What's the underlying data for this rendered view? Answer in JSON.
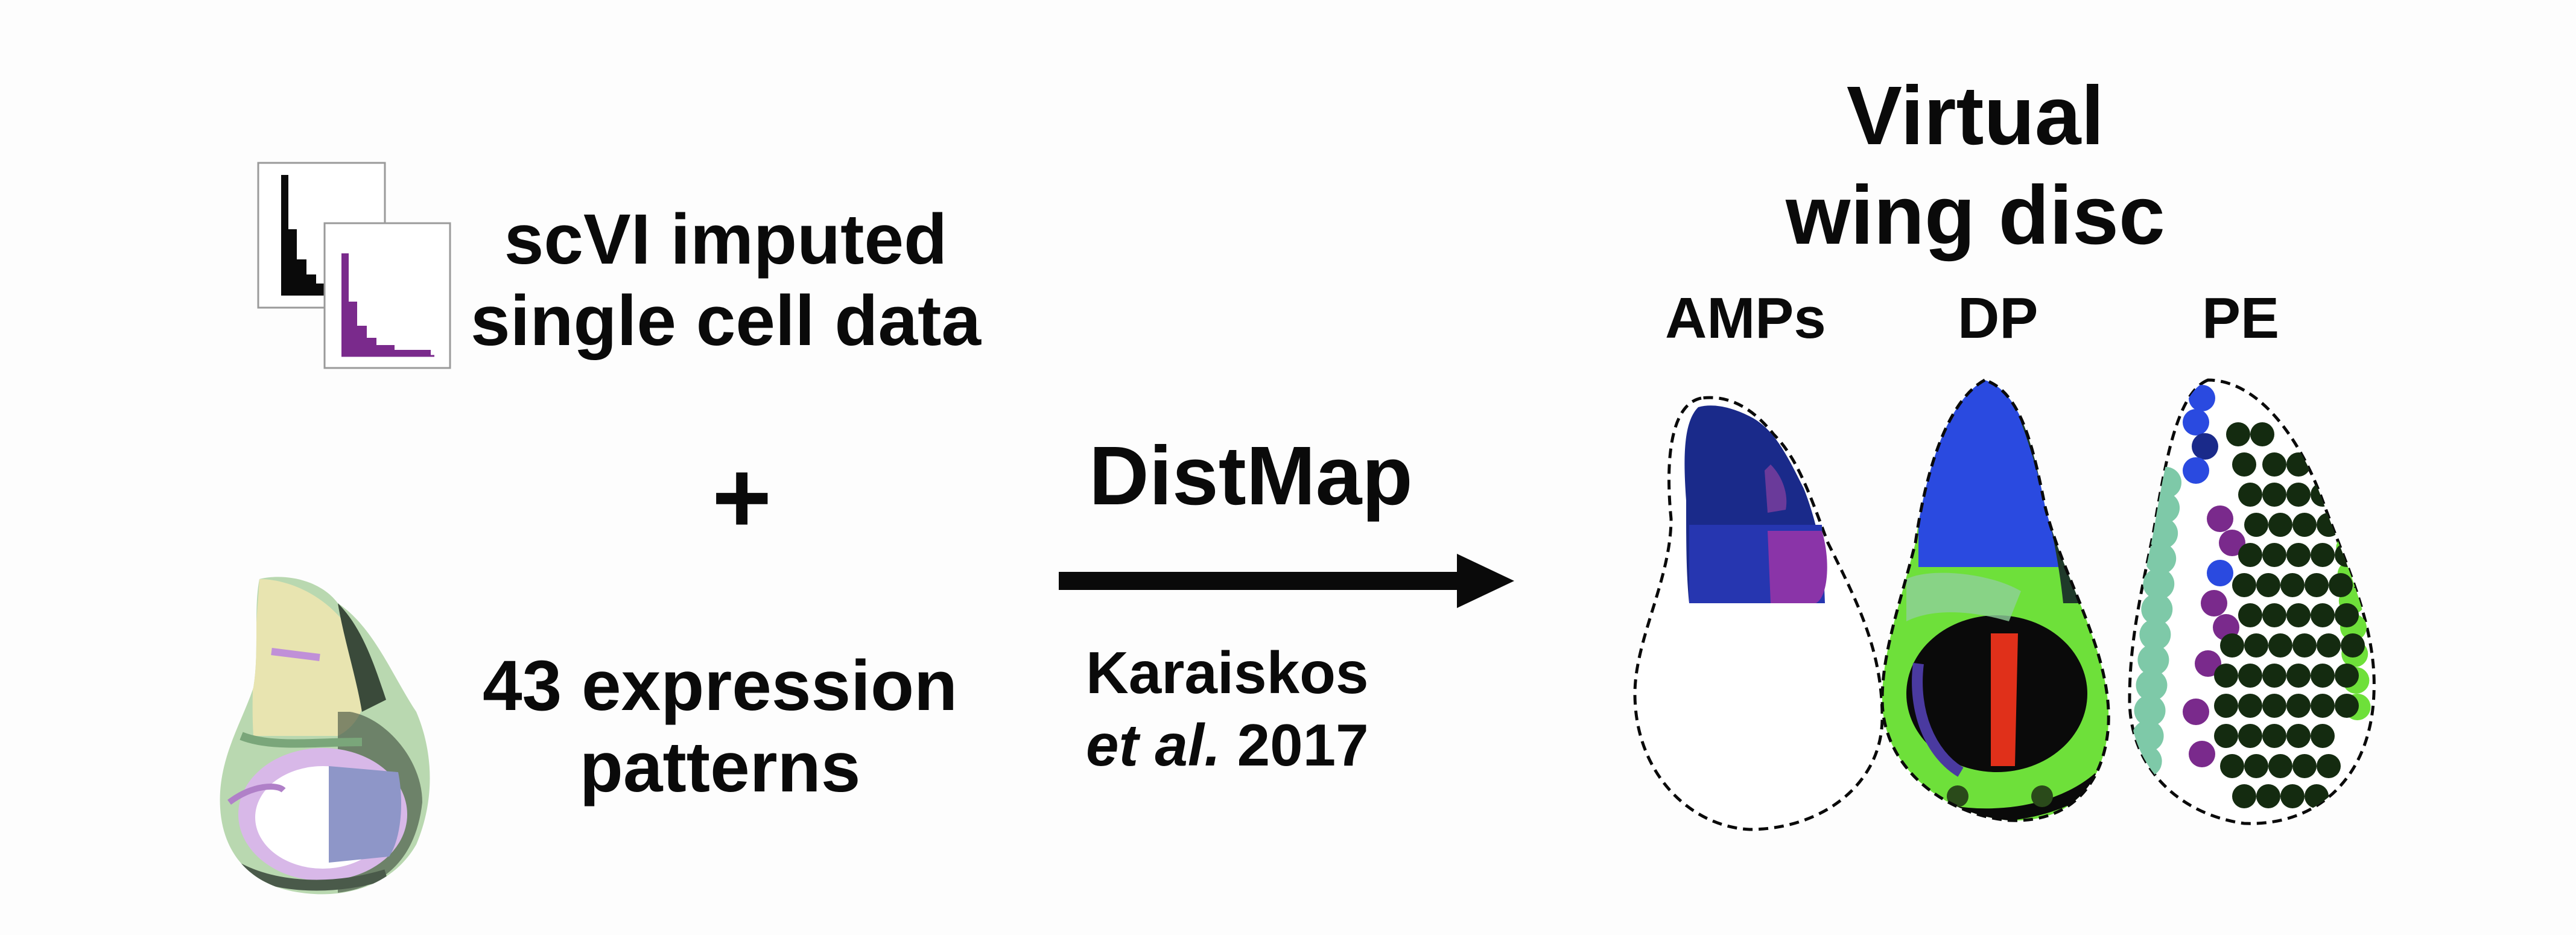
{
  "left": {
    "input_data_line1": "scVI imputed",
    "input_data_line2": "single cell data",
    "plus": "+",
    "patterns_line1": "43 expression",
    "patterns_line2": "patterns"
  },
  "middle": {
    "method": "DistMap",
    "citation_line1": "Karaiskos",
    "citation_italic": "et al.",
    "citation_year": "2017"
  },
  "right": {
    "title_line1": "Virtual",
    "title_line2": "wing disc",
    "columns": [
      "AMPs",
      "DP",
      "PE"
    ]
  },
  "colors": {
    "text": "#0a0a0a",
    "purple": "#7a2a8c",
    "dark_blue": "#1a2a8a",
    "blue": "#2a4ae0",
    "green": "#6ee03a",
    "teal": "#7ec9a8",
    "dark_green": "#142b10",
    "red": "#e0301a",
    "pale_yellow": "#e8e4b0",
    "pale_green": "#b9d8b0",
    "lavender": "#d8b8e8",
    "slate_blue": "#8e96c8"
  },
  "icons": [
    "histogram-icon",
    "wing-disc-patterns-icon",
    "arrow-icon"
  ]
}
